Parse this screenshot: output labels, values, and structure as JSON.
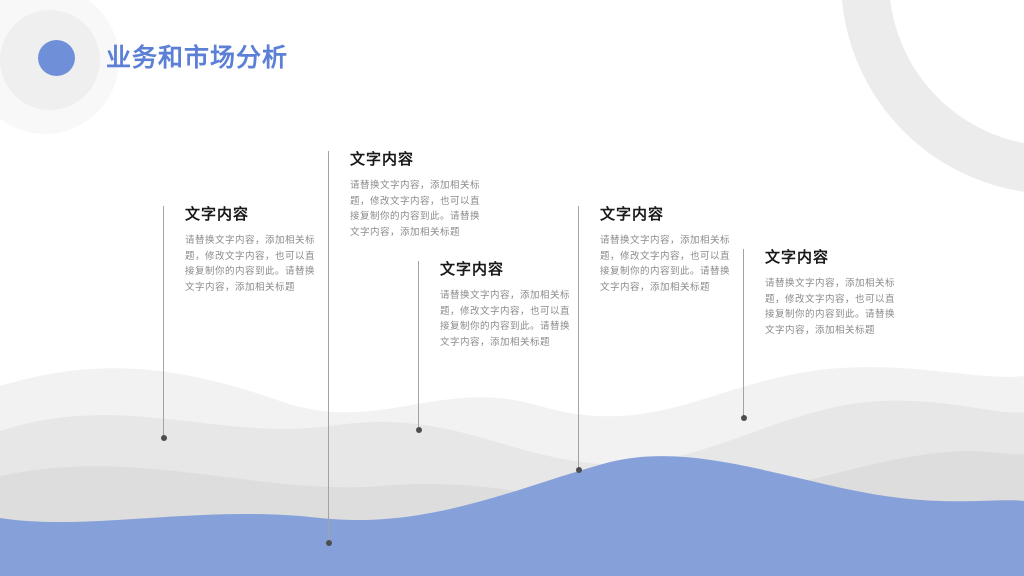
{
  "slide": {
    "title": "业务和市场分析"
  },
  "items": [
    {
      "heading": "文字内容",
      "body": "请替换文字内容，添加相关标题，修改文字内容，也可以直接复制你的内容到此。请替换文字内容，添加相关标题"
    },
    {
      "heading": "文字内容",
      "body": "请替换文字内容，添加相关标题，修改文字内容，也可以直接复制你的内容到此。请替换文字内容，添加相关标题"
    },
    {
      "heading": "文字内容",
      "body": "请替换文字内容，添加相关标题，修改文字内容，也可以直接复制你的内容到此。请替换文字内容，添加相关标题"
    },
    {
      "heading": "文字内容",
      "body": "请替换文字内容，添加相关标题，修改文字内容，也可以直接复制你的内容到此。请替换文字内容，添加相关标题"
    },
    {
      "heading": "文字内容",
      "body": "请替换文字内容，添加相关标题，修改文字内容，也可以直接复制你的内容到此。请替换文字内容，添加相关标题"
    }
  ],
  "colors": {
    "title_text": "#5b80d5",
    "accent_circle": "#6f90d8",
    "wave_blue": "#86a1da",
    "wave_gray_light": "#f2f2f2",
    "wave_gray_mid": "#e7e7e7",
    "wave_gray_dark": "#dddddd",
    "timeline_line": "#a3a3a3",
    "timeline_dot": "#4d4d4d",
    "heading_text": "#1a1a1a",
    "body_text": "#8b8b8b"
  }
}
